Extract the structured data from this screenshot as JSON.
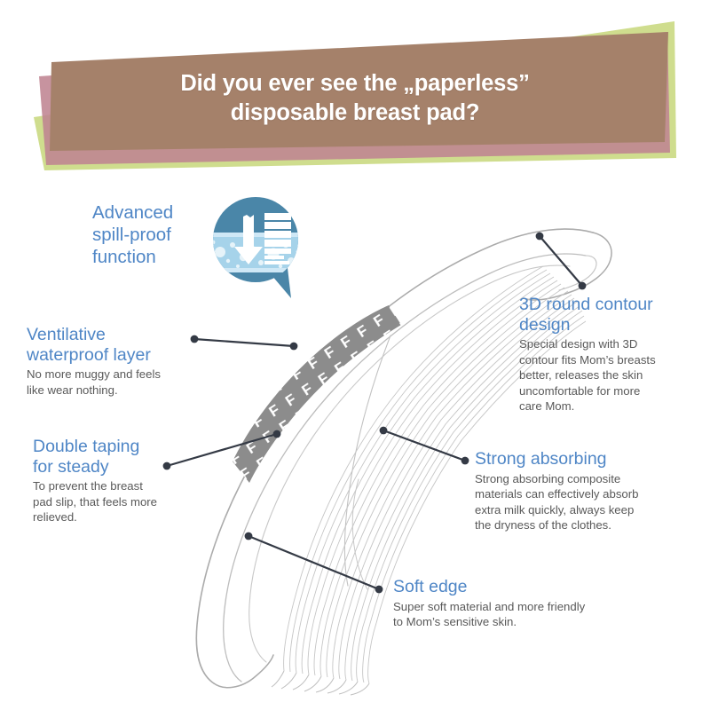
{
  "banner": {
    "title": "Did you ever see the „paperless”\ndisposable breast pad?",
    "colors": {
      "brown": "#a5816a",
      "green": "#cfdd8e",
      "pink": "#bf8492"
    }
  },
  "theme": {
    "heading_blue": "#4f86c6",
    "body_gray": "#595959",
    "leader_line": "#343a45",
    "outline_gray": "#b0b0b0",
    "hatch_gray": "#8c8c8c",
    "icon_dark_blue": "#4a86a8",
    "icon_liquid_blue": "#a6d3ea",
    "icon_liquid_light": "#c5e3f2"
  },
  "spill_feature": {
    "title": "Advanced\nspill-proof\nfunction",
    "icon_name": "spill-proof-absorption-icon"
  },
  "callouts": [
    {
      "id": "ventilative",
      "title": "Ventilative\nwaterproof layer",
      "body": "No more muggy and feels\nlike wear nothing."
    },
    {
      "id": "double-taping",
      "title": "Double taping\nfor steady",
      "body": "To prevent the breast\npad slip, that feels more\nrelieved."
    },
    {
      "id": "3d-round-contour",
      "title": "3D round contour\ndesign",
      "body": "Special design with 3D\ncontour fits Mom’s breasts\nbetter, releases the skin\nuncomfortable for more\ncare Mom."
    },
    {
      "id": "strong-absorbing",
      "title": "Strong absorbing",
      "body": "Strong absorbing composite\nmaterials can effectively absorb\nextra milk quickly, always keep\nthe dryness of the clothes."
    },
    {
      "id": "soft-edge",
      "title": "Soft edge",
      "body": "Super soft material and more friendly\nto Mom’s sensitive skin."
    }
  ],
  "illustration": {
    "name": "breast-pad-line-drawing",
    "hatch_glyph": "F"
  }
}
